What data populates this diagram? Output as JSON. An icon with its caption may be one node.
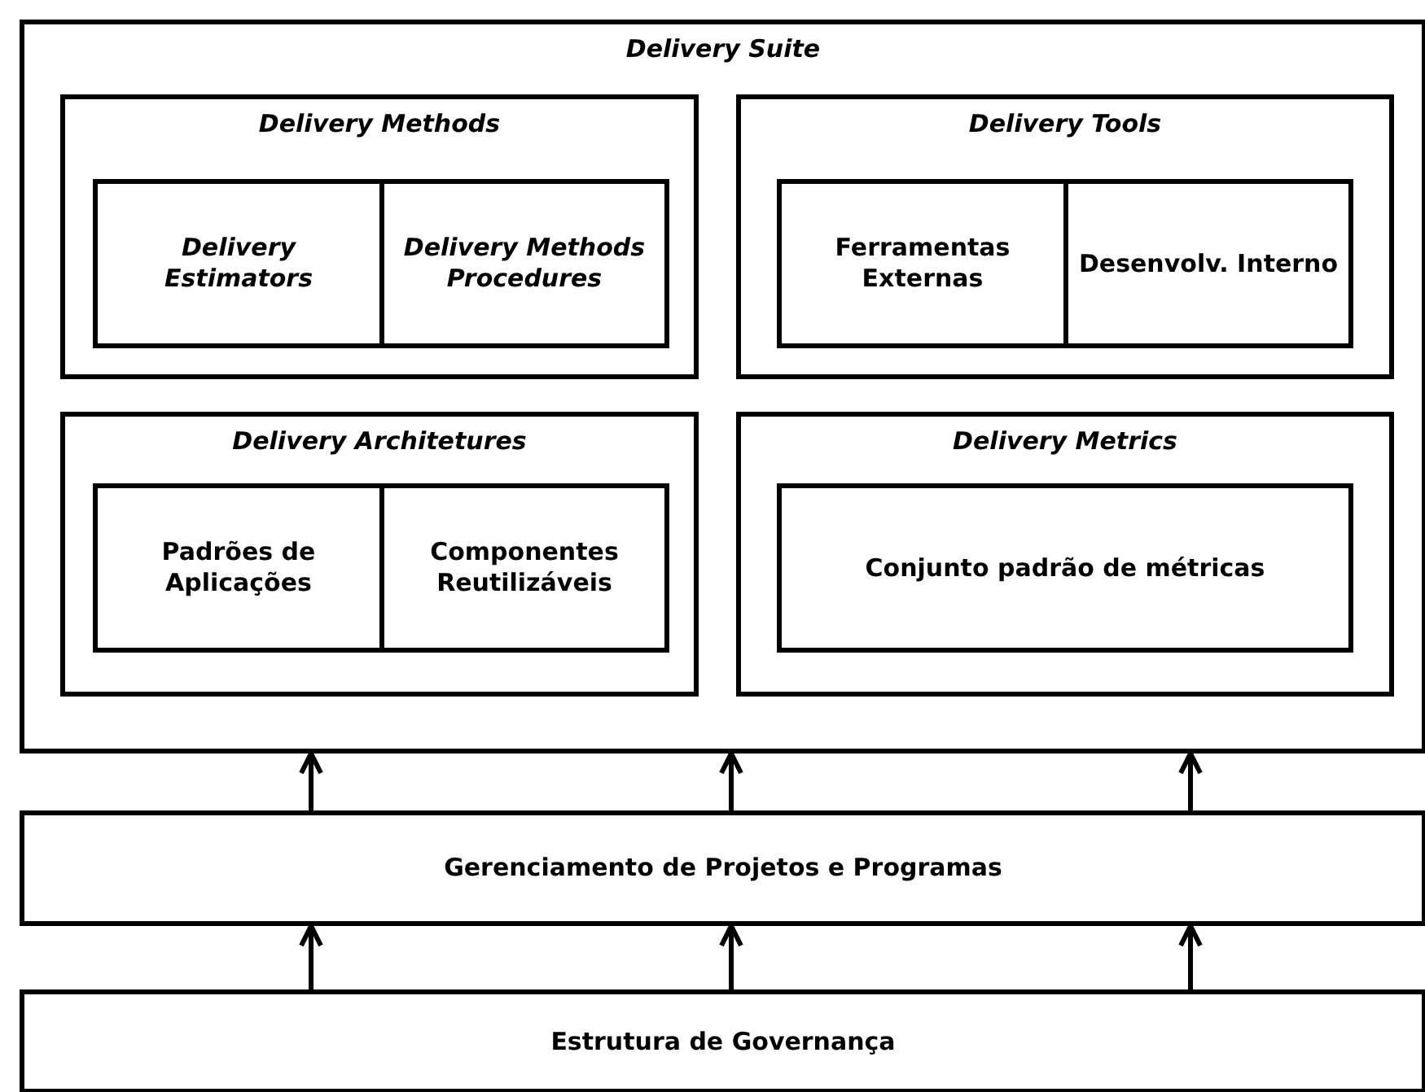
{
  "diagram": {
    "nodes": [
      {
        "text": [
          "Delivery Suite"
        ]
      },
      {
        "text": [
          "Delivery Methods"
        ],
        "in": 0
      },
      {
        "text": [
          "Delivery Estimators"
        ],
        "in": 1
      },
      {
        "text": [
          "Delivery Methods Procedures"
        ],
        "in": 1
      },
      {
        "text": [
          "Delivery Tools"
        ],
        "in": 0
      },
      {
        "text": [
          "Ferramentas Externas"
        ],
        "in": 4
      },
      {
        "text": [
          "Desenvolv. Interno"
        ],
        "in": 4
      },
      {
        "text": [
          "Delivery Architetures"
        ],
        "in": 0
      },
      {
        "text": [
          "Padrões de Aplicações"
        ],
        "in": 7
      },
      {
        "text": [
          "Componentes Reutilizáveis"
        ],
        "in": 7
      },
      {
        "text": [
          "Delivery Metrics"
        ],
        "in": 0
      },
      {
        "text": [
          "Conjunto padrão de métricas"
        ],
        "in": 10
      },
      {
        "text": [
          "Gerenciamento de Projetos e Programas"
        ]
      },
      {
        "text": [
          "Estrutura de Governança"
        ]
      }
    ],
    "edges": [
      {
        "from": 12,
        "to": 0,
        "arrow": "to"
      },
      {
        "from": 12,
        "to": 0,
        "arrow": "to"
      },
      {
        "from": 12,
        "to": 0,
        "arrow": "to"
      },
      {
        "from": 13,
        "to": 12,
        "arrow": "to"
      },
      {
        "from": 13,
        "to": 12,
        "arrow": "to"
      },
      {
        "from": 13,
        "to": 12,
        "arrow": "to"
      }
    ]
  }
}
